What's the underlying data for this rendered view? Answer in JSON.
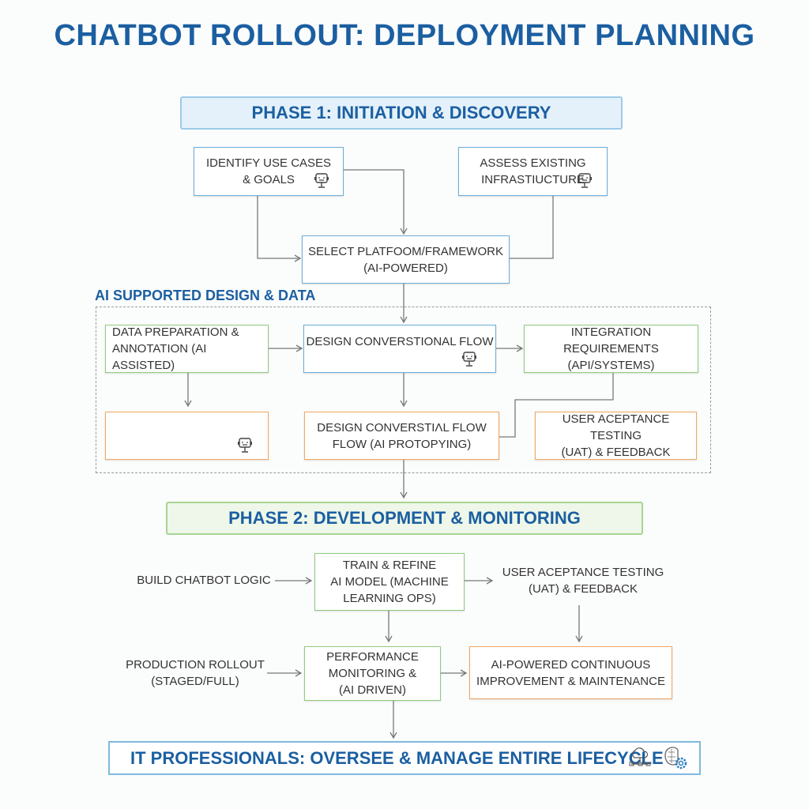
{
  "title": "CHATBOT ROLLOUT: DEPLOYMENT PLANNING",
  "phase1": {
    "label": "PHASE 1: INITIATION & DISCOVERY",
    "identify": "IDENTIFY USE CASES\n& GOALS",
    "assess": "ASSESS EXISTING\nINFRASTIUCTURE",
    "select": "SELECT PLATFOOM/FRAMEWORK\n(AI-POWERED)"
  },
  "design_section": {
    "label": "AI SUPPORTED DESIGN & DATA",
    "data_prep": "DATA PREPARATION &\nANNOTATION (AI ASSISTED)",
    "design_flow": "DESIGN CONVERSTIONAL FLOW",
    "integration": "INTEGRATION REQUIREMENTS\n(API/SYSTEMS)",
    "empty_box": "",
    "prototyping": "DESIGN CONVERSTIΛL FLOW\nFLOW (AI PROTOPYING)",
    "uat": "USER ACEPTANCE TESTING\n(UAT) & FEEDBACK"
  },
  "phase2": {
    "label": "PHASE 2: DEVELOPMENT & MONITORING",
    "build": "BUILD CHATBOT LOGIC",
    "train": "TRAIN & REFINE\nAI MODEL (MACHINE\nLEARNING OPS)",
    "uat": "USER ACEPTANCE TESTING\n(UAT) & FEEDBACK",
    "rollout": "PRODUCTION ROLLOUT\n(STAGED/FULL)",
    "performance": "PERFORMANCE\nMONITORING &\n(AI DRIVEN)",
    "improvement": "AI-POWERED CONTINUOUS\nIMPROVEMENT & MAINTENANCE"
  },
  "footer": {
    "label": "IT PROFESSIONALS: OVERSEE & MANAGE ENTIRE LIFECYCLE",
    "icons": [
      "cloud-network-icon",
      "brain-gear-icon"
    ]
  },
  "colors": {
    "title": "#1b5fa1",
    "blue_border": "#6aaed8",
    "green_border": "#8fcb7e",
    "orange_border": "#f0a860",
    "arrow": "#777777"
  }
}
